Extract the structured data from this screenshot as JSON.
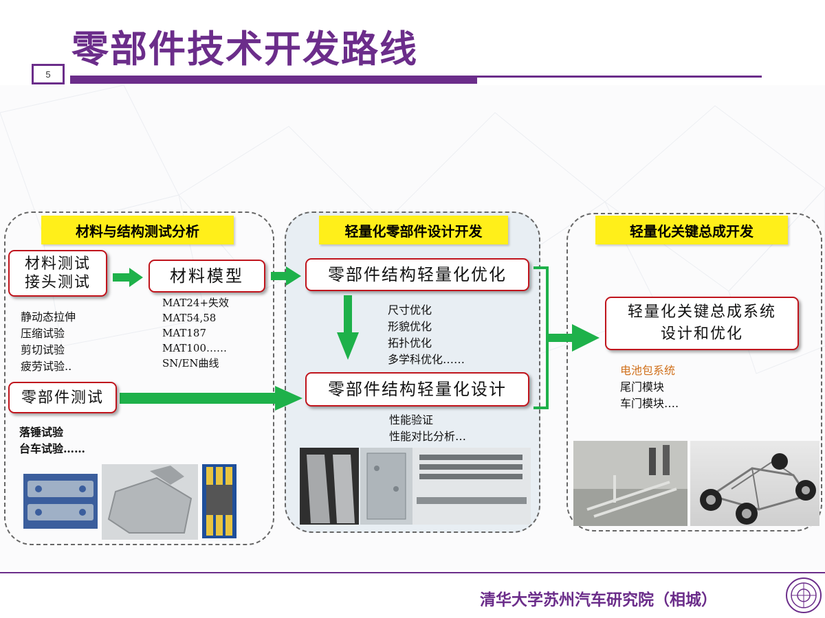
{
  "header": {
    "title": "零部件技术开发路线",
    "page_number": "5"
  },
  "panels": {
    "test_analysis": {
      "label": "材料与结构测试分析",
      "material_test_box": [
        "材料测试",
        "接头测试"
      ],
      "static_tests": [
        "静动态拉伸",
        "压缩试验",
        "剪切试验",
        "疲劳试验.."
      ],
      "material_model_box": "材料模型",
      "material_models": [
        "MAT24+失效",
        "MAT54,58",
        "MAT187",
        "MAT100……",
        "SN/EN曲线"
      ],
      "part_test_box": "零部件测试",
      "part_tests": [
        "落锤试验",
        "台车试验……"
      ]
    },
    "design": {
      "label": "轻量化零部件设计开发",
      "optimization_box": "零部件结构轻量化优化",
      "optimizations": [
        "尺寸优化",
        "形貌优化",
        "拓扑优化",
        "多学科优化……"
      ],
      "design_box": "零部件结构轻量化设计",
      "validation": [
        "性能验证",
        "性能对比分析…"
      ]
    },
    "assembly": {
      "label": "轻量化关键总成开发",
      "system_box": [
        "轻量化关键总成系统",
        "设计和优化"
      ],
      "systems": [
        "电池包系统",
        "尾门模块",
        "车门模块….  "
      ]
    }
  },
  "footer": {
    "institution": "清华大学苏州汽车研究院（相城）"
  },
  "colors": {
    "brand": "#6b2d8a",
    "label_bg": "#ffef1a",
    "box_border": "#c0141c",
    "arrow": "#1eb14a",
    "bracket": "#1eb14a",
    "highlight": "#d0701b"
  }
}
